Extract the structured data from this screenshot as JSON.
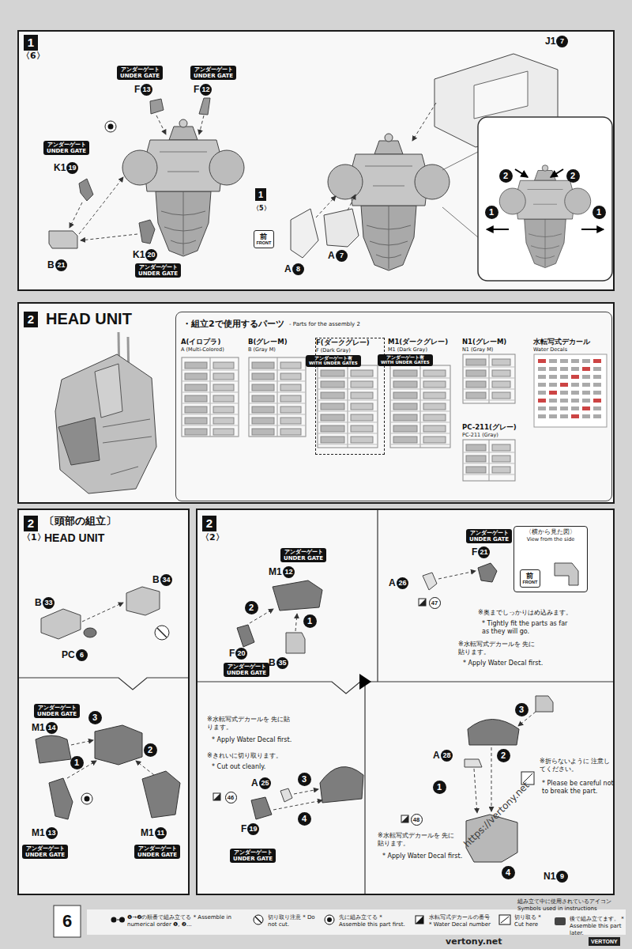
{
  "diagram": {
    "nodes": [
      {
        "text": [
          "1",
          "〈6〉"
        ]
      },
      {
        "text": [
          "アンダーゲート",
          "UNDER GATE"
        ],
        "in": 0
      },
      {
        "text": [
          "アンダーゲート",
          "UNDER GATE"
        ],
        "in": 0
      },
      {
        "text": [
          "アンダーゲート",
          "UNDER GATE"
        ],
        "in": 0
      },
      {
        "text": [
          "アンダーゲート",
          "UNDER GATE"
        ],
        "in": 0
      },
      {
        "text": [
          "1",
          "〈5〉"
        ],
        "in": 0
      },
      {
        "text": [
          "前",
          "FRONT"
        ],
        "in": 0
      },
      {
        "text": [
          "2",
          "HEAD UNIT"
        ]
      },
      {
        "text": [
          "・組立2で使用するパーツ",
          "- Parts for the assembly 2"
        ],
        "in": 7
      },
      {
        "text": [
          "A(イロプラ)",
          "A (Multi-Colored)"
        ],
        "in": 8
      },
      {
        "text": [
          "B(グレーM)",
          "B (Gray M)"
        ],
        "in": 8
      },
      {
        "text": [
          "F(ダークグレー)",
          "F (Dark Gray)"
        ],
        "in": 8
      },
      {
        "text": [
          "アンダーゲート有",
          "WITH UNDER GATES"
        ],
        "in": 11
      },
      {
        "text": [
          "M1(ダークグレー)",
          "M1 (Dark Gray)"
        ],
        "in": 8
      },
      {
        "text": [
          "アンダーゲート有",
          "WITH UNDER GATES"
        ],
        "in": 13
      },
      {
        "text": [
          "N1(グレーM)",
          "N1 (Gray M)"
        ],
        "in": 8
      },
      {
        "text": [
          "水転写式デカール",
          "Water Decals"
        ],
        "in": 8
      },
      {
        "text": [
          "PC-211(グレー)",
          "PC-211 (Gray)"
        ],
        "in": 8
      },
      {
        "text": [
          "2",
          "〔頭部の組立〕",
          "〈1〉",
          "HEAD UNIT"
        ]
      },
      {
        "text": [
          "アンダーゲート",
          "UNDER GATE"
        ],
        "in": 18
      },
      {
        "text": [
          "アンダーゲート",
          "UNDER GATE"
        ],
        "in": 18
      },
      {
        "text": [
          "アンダーゲート",
          "UNDER GATE"
        ],
        "in": 18
      },
      {
        "text": [
          "2",
          "〈2〉"
        ]
      },
      {
        "text": [
          "アンダーゲート",
          "UNDER GATE"
        ],
        "in": 22
      },
      {
        "text": [
          "アンダーゲート",
          "UNDER GATE"
        ],
        "in": 22
      },
      {
        "text": [
          "アンダーゲート",
          "UNDER GATE"
        ],
        "in": 22
      },
      {
        "text": [
          "〈横から見た図〉",
          "View from the side"
        ],
        "in": 22
      },
      {
        "text": [
          "前",
          "FRONT"
        ],
        "in": 26
      },
      {
        "text": [
          "アンダーゲート",
          "UNDER GATE"
        ],
        "in": 22
      }
    ],
    "labels": [
      "F",
      "13",
      "F",
      "12",
      "K1",
      "19",
      "B",
      "21",
      "K1",
      "20",
      "J1",
      "7",
      "A",
      "8",
      "A",
      "7",
      "2",
      "2",
      "1",
      "1",
      "B",
      "33",
      "B",
      "34",
      "PC",
      "6",
      "M1",
      "14",
      "3",
      "1",
      "2",
      "M1",
      "13",
      "M1",
      "11",
      "M1",
      "12",
      "F",
      "20",
      "B",
      "35",
      "2",
      "1",
      "F",
      "21",
      "A",
      "26",
      "47",
      "※奥までしっかりはめ込みます。",
      "* Tightly fit the parts as far as they will go.",
      "※水転写式デカールを 先に貼ります。",
      "* Apply Water Decal first.",
      "※水転写式デカールを 先に貼ります。",
      "* Apply Water Decal first.",
      "※きれいに切り取ります。",
      "* Cut out cleanly.",
      "A",
      "25",
      "46",
      "3",
      "4",
      "F",
      "19",
      "3",
      "2",
      "1",
      "4",
      "A",
      "28",
      "48",
      "※折らないように 注意してください。",
      "* Please be careful not to break the part.",
      "※水転写式デカールを 先に貼ります。",
      "* Apply Water Decal first.",
      "N1",
      "9",
      "6",
      "組み立て中に使用されているアイコン",
      "Symbols used in instructions",
      "https://vertony.net",
      "vertony.net",
      "VERTONY"
    ],
    "legend": [
      {
        "text": "❶→❷の順番で組み立てる * Assemble in numerical order ❶, ❷..."
      },
      {
        "text": "切り取り注意 * Do not cut."
      },
      {
        "text": "先に組み立てる * Assemble this part first."
      },
      {
        "text": "水転写式デカールの番号 * Water Decal number"
      },
      {
        "text": "切り取る * Cut here"
      },
      {
        "text": "後で組み立てます。 * Assemble this part later."
      }
    ]
  }
}
